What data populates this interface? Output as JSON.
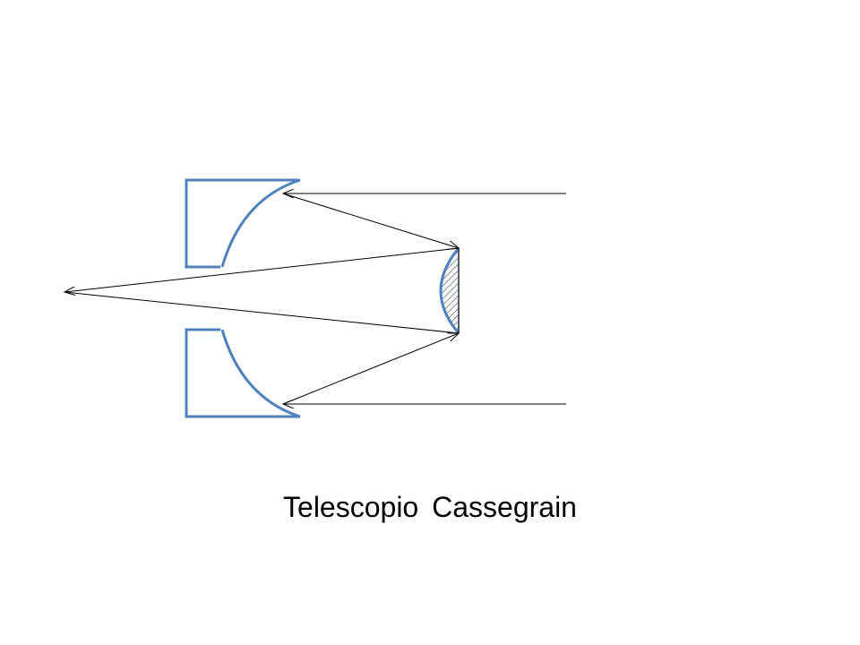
{
  "caption": "Telescopio Cassegrain",
  "colors": {
    "mirror": "#4f81bd",
    "ray": "#000000",
    "hatch": "#1f2d44",
    "background": "#ffffff"
  },
  "components": {
    "primary_mirror": "primary-mirror",
    "secondary_mirror": "secondary-mirror",
    "focal_point": "focal-point"
  }
}
